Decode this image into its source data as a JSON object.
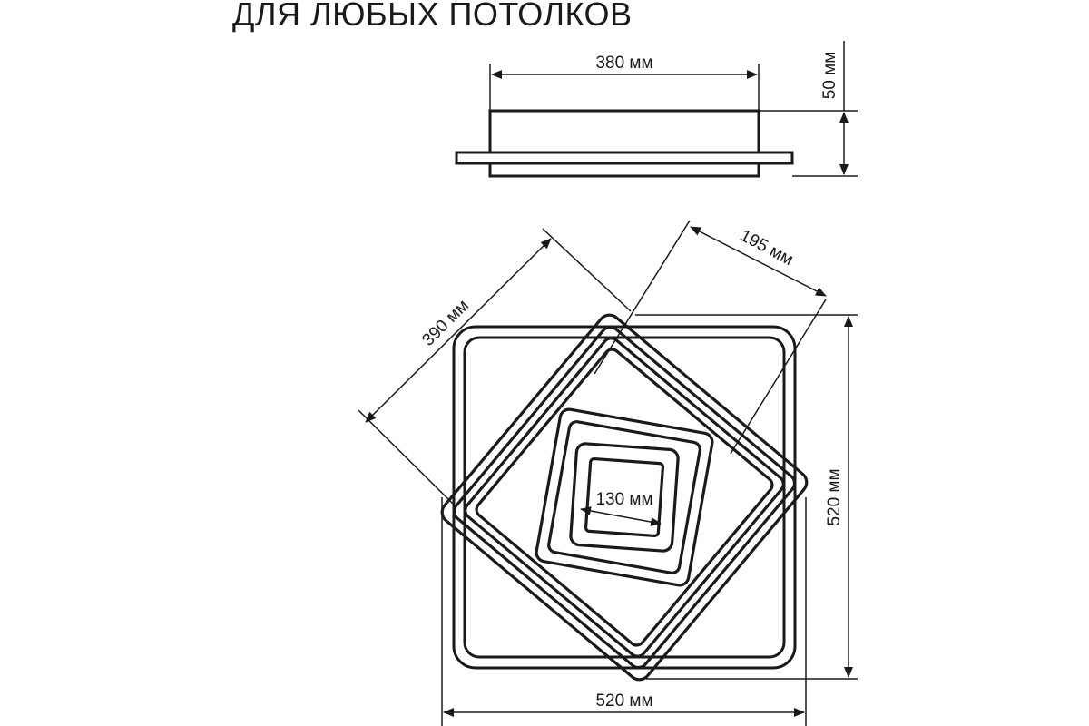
{
  "heading": "ДЛЯ ЛЮБЫХ ПОТОЛКОВ",
  "dimensions": {
    "side_width": "380 мм",
    "side_height": "50 мм",
    "diagonal_outer": "390 мм",
    "diagonal_inner": "195 мм",
    "center_square": "130 мм",
    "total_height": "520 мм",
    "total_width": "520 мм"
  },
  "colors": {
    "line": "#1a1a1a",
    "background": "#ffffff"
  }
}
